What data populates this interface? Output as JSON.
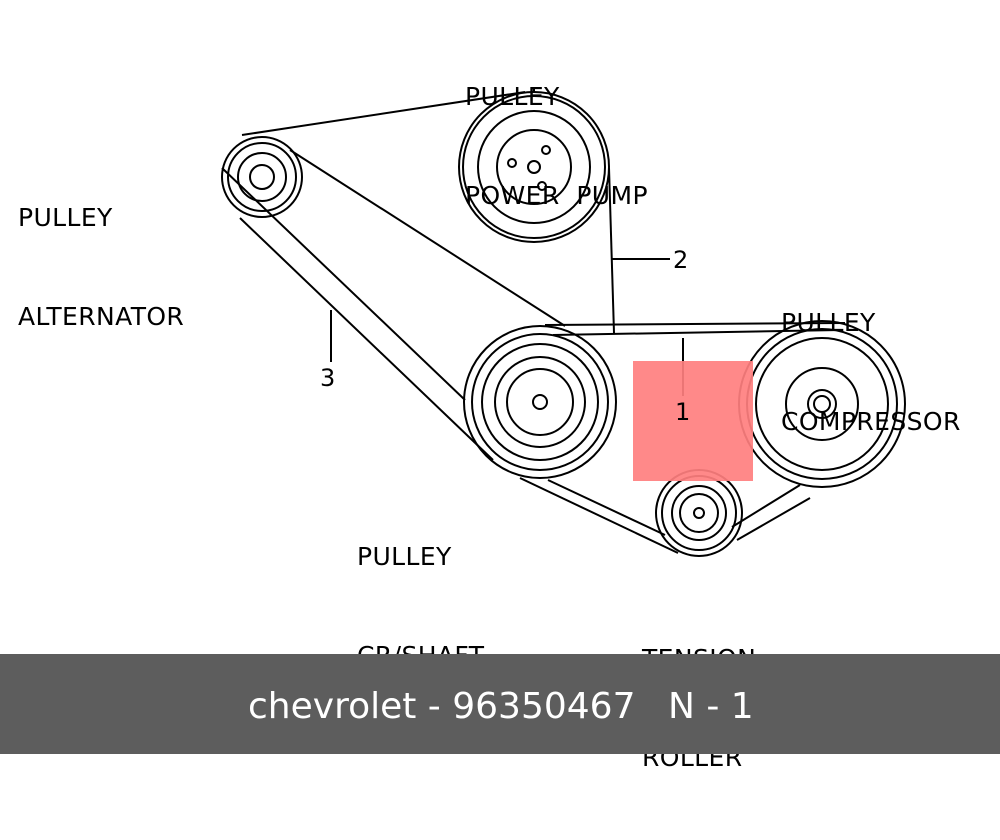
{
  "labels": {
    "power_pump": [
      "PULLEY",
      "POWER  PUMP"
    ],
    "alternator": [
      "PULLEY",
      "ALTERNATOR"
    ],
    "compressor": [
      "PULLEY",
      "COMPRESSOR"
    ],
    "crankshaft": [
      "PULLEY",
      "CR/SHAFT"
    ],
    "tension_roller": [
      "TENSION",
      "ROLLER"
    ]
  },
  "callouts": {
    "c1": "1",
    "c2": "2",
    "c3": "3"
  },
  "footer": {
    "title": "chevrolet - 96350467",
    "code": "N - 1"
  },
  "colors": {
    "highlight": "#ff7f7f",
    "footer_bg": "#5d5d5d",
    "footer_text": "#ffffff",
    "line": "#000000"
  }
}
